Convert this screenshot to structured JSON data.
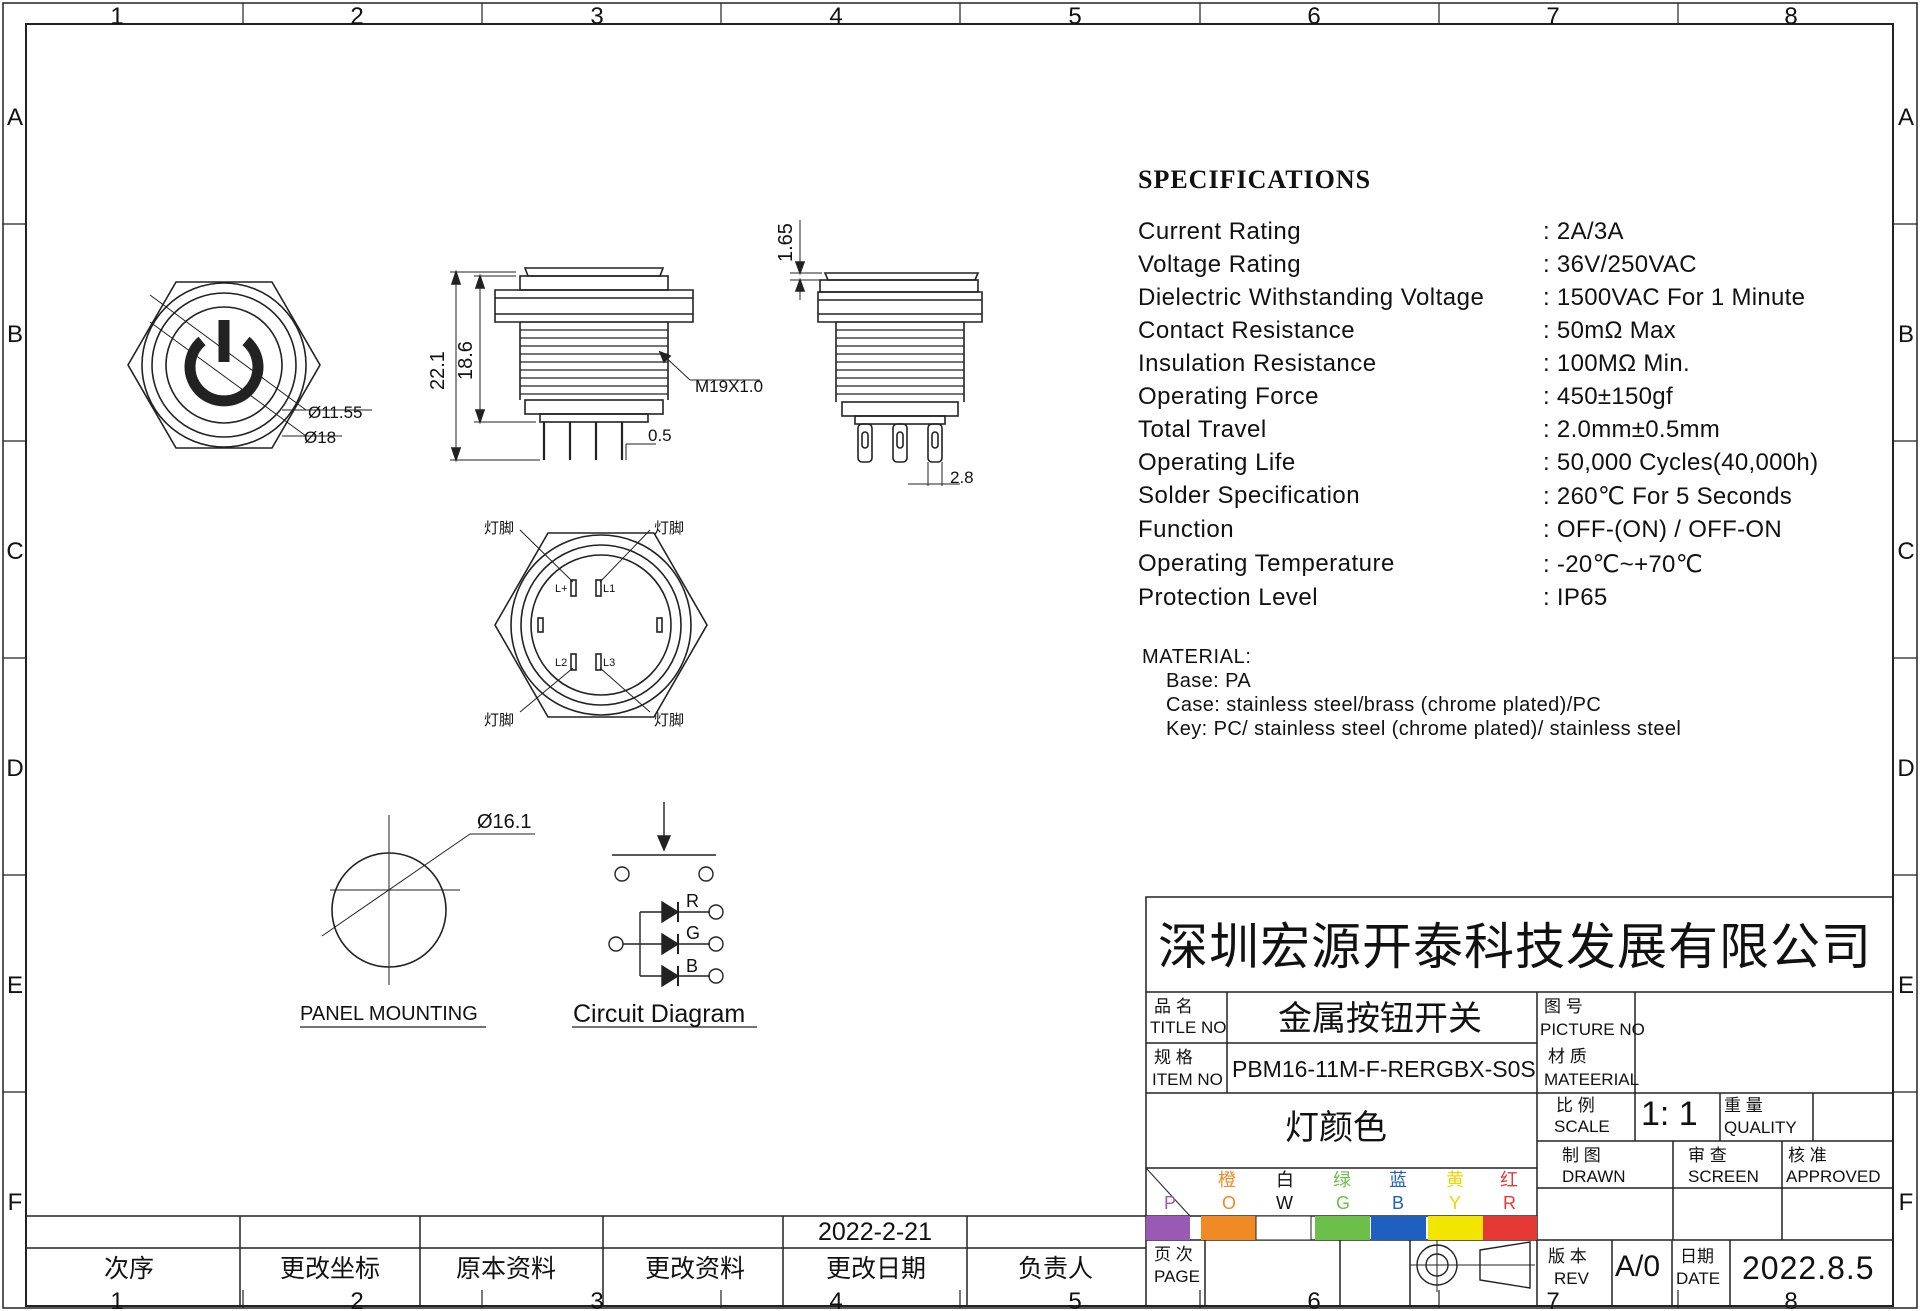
{
  "frame": {
    "col_labels": [
      "1",
      "2",
      "3",
      "4",
      "5",
      "6",
      "7",
      "8"
    ],
    "row_labels": [
      "A",
      "B",
      "C",
      "D",
      "E",
      "F"
    ]
  },
  "specifications": {
    "title": "SPECIFICATIONS",
    "rows": [
      {
        "name": "Current Rating",
        "value": ": 2A/3A"
      },
      {
        "name": "Voltage Rating",
        "value": ": 36V/250VAC"
      },
      {
        "name": "Dielectric Withstanding Voltage",
        "value": ": 1500VAC For 1 Minute"
      },
      {
        "name": "Contact Resistance",
        "value": ": 50mΩ Max"
      },
      {
        "name": "Insulation Resistance",
        "value": ": 100MΩ Min."
      },
      {
        "name": "Operating Force",
        "value": ": 450±150gf"
      },
      {
        "name": "Total Travel",
        "value": ": 2.0mm±0.5mm"
      },
      {
        "name": "Operating Life",
        "value": ": 50,000 Cycles(40,000h)"
      },
      {
        "name": "Solder Specification",
        "value": ": 260℃ For 5 Seconds"
      },
      {
        "name": "Function",
        "value": ": OFF-(ON) / OFF-ON"
      },
      {
        "name": "Operating Temperature",
        "value": ": -20℃~+70℃"
      },
      {
        "name": "Protection Level",
        "value": ": IP65"
      }
    ]
  },
  "material": {
    "heading": "MATERIAL:",
    "base": "Base: PA",
    "case": "Case: stainless steel/brass (chrome plated)/PC",
    "key": "Key: PC/ stainless steel (chrome plated)/ stainless steel"
  },
  "dimensions": {
    "d_inner": "Ø11.55",
    "d_outer": "Ø18",
    "height_total": "22.1",
    "height_body": "18.6",
    "thread": "M19X1.0",
    "pin": "0.5",
    "top_height": "1.65",
    "terminal": "2.8",
    "panel_hole": "Ø16.1"
  },
  "pins": {
    "lamp_label": "灯脚",
    "l_plus": "L+",
    "l1": "L1",
    "l2": "L2",
    "l3": "L3"
  },
  "captions": {
    "panel": "PANEL MOUNTING",
    "circuit": "Circuit Diagram"
  },
  "circuit": {
    "r": "R",
    "g": "G",
    "b": "B"
  },
  "title_block": {
    "company": "深圳宏源开泰科技发展有限公司",
    "title_label_cn": "品 名",
    "title_label_en": "TITLE NO",
    "title_value": "金属按钮开关",
    "picture_label_cn": "图 号",
    "picture_label_en": "PICTURE NO",
    "item_label_cn": "规 格",
    "item_label_en": "ITEM NO",
    "item_value": "PBM16-11M-F-RERGBX-S0S",
    "material_label_cn": "材 质",
    "material_label_en": "MATEERIAL",
    "lamp_color": "灯颜色",
    "scale_label_cn": "比 例",
    "scale_label_en": "SCALE",
    "scale_value": "1: 1",
    "quality_label_cn": "重 量",
    "quality_label_en": "QUALITY",
    "drawn_cn": "制 图",
    "drawn_en": "DRAWN",
    "screen_cn": "审 查",
    "screen_en": "SCREEN",
    "approved_cn": "核 准",
    "approved_en": "APPROVED",
    "page_cn": "页 次",
    "page_en": "PAGE",
    "rev_cn": "版 本",
    "rev_en": "REV",
    "rev_value": "A/0",
    "date_cn": "日期",
    "date_en": "DATE",
    "date_value": "2022.8.5"
  },
  "colors": [
    {
      "cn": "",
      "code": "P",
      "hex": "#9b59b6"
    },
    {
      "cn": "橙",
      "code": "O",
      "hex": "#f08a24"
    },
    {
      "cn": "白",
      "code": "W",
      "hex": "#ffffff"
    },
    {
      "cn": "绿",
      "code": "G",
      "hex": "#6cc04a"
    },
    {
      "cn": "蓝",
      "code": "B",
      "hex": "#1f5fbf"
    },
    {
      "cn": "黄",
      "code": "Y",
      "hex": "#f2e600"
    },
    {
      "cn": "红",
      "code": "R",
      "hex": "#e53935"
    }
  ],
  "revision_block": {
    "date": "2022-2-21",
    "headers": [
      "次序",
      "更改坐标",
      "原本资料",
      "更改资料",
      "更改日期",
      "负责人"
    ]
  }
}
